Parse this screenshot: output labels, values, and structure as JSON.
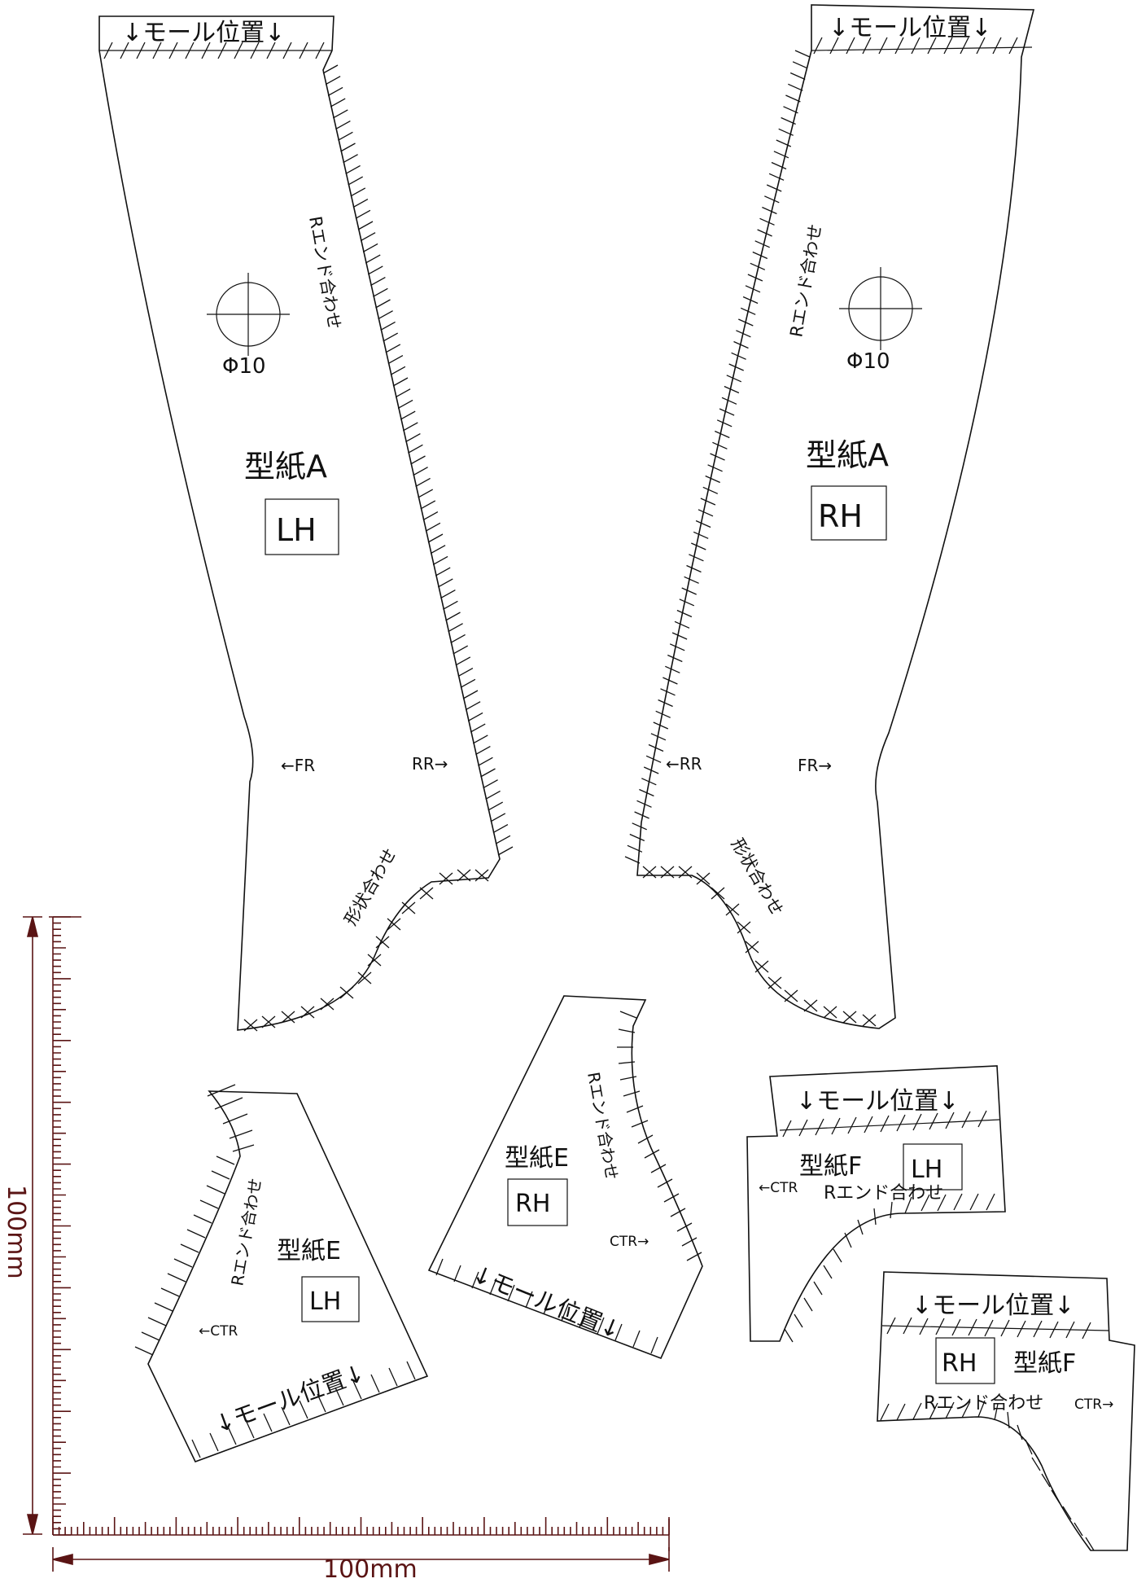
{
  "colors": {
    "line": "#111111",
    "ruler": "#5a1414",
    "paper": "#ffffff"
  },
  "labels": {
    "mole_position": "↓モール位置↓",
    "r_end_align": "Rエンド合わせ",
    "shape_align": "形状合わせ",
    "hole": "Φ10",
    "fr_left": "←FR",
    "rr_right": "RR→",
    "rr_left": "←RR",
    "fr_right": "FR→",
    "ctr_left": "←CTR",
    "ctr_right": "CTR→"
  },
  "pieces": {
    "a_left": {
      "name": "型紙A",
      "side": "LH"
    },
    "a_right": {
      "name": "型紙A",
      "side": "RH"
    },
    "e_left": {
      "name": "型紙E",
      "side": "LH"
    },
    "e_right": {
      "name": "型紙E",
      "side": "RH"
    },
    "f_left": {
      "name": "型紙F",
      "side": "LH"
    },
    "f_right": {
      "name": "型紙F",
      "side": "RH"
    }
  },
  "scale": {
    "horizontal": "100mm",
    "vertical": "100mm"
  }
}
